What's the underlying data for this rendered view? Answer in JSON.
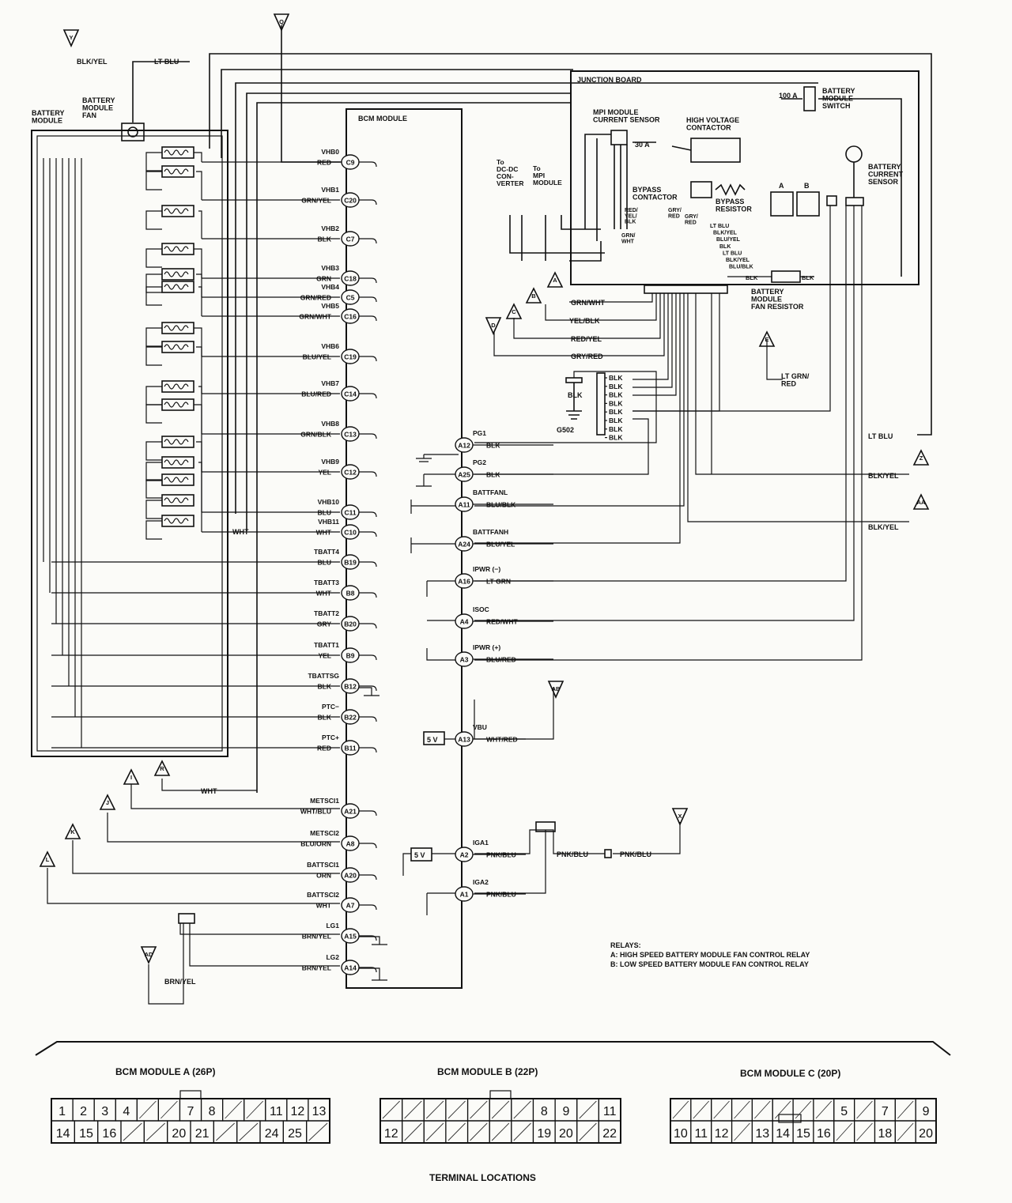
{
  "diagram": {
    "blocks": {
      "battery_module": "BATTERY\nMODULE",
      "battery_module_fan": "BATTERY\nMODULE\nFAN",
      "bcm_module": "BCM MODULE",
      "junction_board": "JUNCTION BOARD",
      "mpi_current_sensor": "MPI MODULE\nCURRENT SENSOR",
      "high_voltage_contactor": "HIGH VOLTAGE\nCONTACTOR",
      "battery_module_switch": "BATTERY\nMODULE\nSWITCH",
      "battery_current_sensor": "BATTERY\nCURRENT\nSENSOR",
      "bypass_contactor": "BYPASS\nCONTACTOR",
      "bypass_resistor": "BYPASS\nRESISTOR",
      "to_dcdc": "To\nDC-DC\nCON-\nVERTER",
      "to_mpi": "To\nMPI\nMODULE",
      "fan_resistor": "BATTERY\nMODULE\nFAN RESISTOR",
      "fuse_100a": "100 A",
      "fuse_30a": "30 A",
      "relay_a": "A",
      "relay_b": "B",
      "ground": "G502",
      "ground_wire": "BLK",
      "five_v_1": "5 V",
      "five_v_2": "5 V"
    },
    "top_wires": {
      "blk_yel": "BLK/YEL",
      "lt_blu": "LT BLU"
    },
    "flags": {
      "y": "Y",
      "q": "Q",
      "a": "A",
      "b": "B",
      "c": "C",
      "d": "D",
      "e": "E",
      "z": "Z",
      "aa": "AA",
      "ab": "AB",
      "x": "X",
      "i": "I",
      "r": "R",
      "j": "J",
      "k": "K",
      "l": "L",
      "ad": "AD"
    },
    "left_pins": [
      {
        "signal": "VHB0",
        "wire": "RED",
        "pin": "C9"
      },
      {
        "signal": "VHB1",
        "wire": "GRN/YEL",
        "pin": "C20"
      },
      {
        "signal": "VHB2",
        "wire": "BLK",
        "pin": "C7"
      },
      {
        "signal": "VHB3",
        "wire": "GRN",
        "pin": "C18"
      },
      {
        "signal": "VHB4",
        "wire": "GRN/RED",
        "pin": "C5"
      },
      {
        "signal": "VHB5",
        "wire": "GRN/WHT",
        "pin": "C16"
      },
      {
        "signal": "VHB6",
        "wire": "BLU/YEL",
        "pin": "C19"
      },
      {
        "signal": "VHB7",
        "wire": "BLU/RED",
        "pin": "C14"
      },
      {
        "signal": "VHB8",
        "wire": "GRN/BLK",
        "pin": "C13"
      },
      {
        "signal": "VHB9",
        "wire": "YEL",
        "pin": "C12"
      },
      {
        "signal": "VHB10",
        "wire": "BLU",
        "pin": "C11"
      },
      {
        "signal": "VHB11",
        "wire": "WHT",
        "pin": "C10"
      },
      {
        "signal": "TBATT4",
        "wire": "BLU",
        "pin": "B19"
      },
      {
        "signal": "TBATT3",
        "wire": "WHT",
        "pin": "B8"
      },
      {
        "signal": "TBATT2",
        "wire": "GRY",
        "pin": "B20"
      },
      {
        "signal": "TBATT1",
        "wire": "YEL",
        "pin": "B9"
      },
      {
        "signal": "TBATTSG",
        "wire": "BLK",
        "pin": "B12"
      },
      {
        "signal": "PTC−",
        "wire": "BLK",
        "pin": "B22"
      },
      {
        "signal": "PTC+",
        "wire": "RED",
        "pin": "B11"
      },
      {
        "signal": "METSCI1",
        "wire": "WHT/BLU",
        "pin": "A21"
      },
      {
        "signal": "METSCI2",
        "wire": "BLU/ORN",
        "pin": "A8"
      },
      {
        "signal": "BATTSCI1",
        "wire": "ORN",
        "pin": "A20"
      },
      {
        "signal": "BATTSCI2",
        "wire": "WHT",
        "pin": "A7"
      },
      {
        "signal": "LG1",
        "wire": "BRN/YEL",
        "pin": "A15"
      },
      {
        "signal": "LG2",
        "wire": "BRN/YEL",
        "pin": "A14"
      }
    ],
    "right_pins": [
      {
        "signal": "PG1",
        "wire": "BLK",
        "pin": "A12"
      },
      {
        "signal": "PG2",
        "wire": "BLK",
        "pin": "A25"
      },
      {
        "signal": "BATTFANL",
        "wire": "BLU/BLK",
        "pin": "A11"
      },
      {
        "signal": "BATTFANH",
        "wire": "BLU/YEL",
        "pin": "A24"
      },
      {
        "signal": "IPWR (−)",
        "wire": "LT GRN",
        "pin": "A16"
      },
      {
        "signal": "ISOC",
        "wire": "RED/WHT",
        "pin": "A4"
      },
      {
        "signal": "IPWR (+)",
        "wire": "BLU/RED",
        "pin": "A3"
      },
      {
        "signal": "VBU",
        "wire": "WHT/RED",
        "pin": "A13"
      },
      {
        "signal": "IGA1",
        "wire": "PNK/BLU",
        "pin": "A2"
      },
      {
        "signal": "IGA2",
        "wire": "PNK/BLU",
        "pin": "A1"
      }
    ],
    "misc_wires": {
      "wht_vhb11": "WHT",
      "wht_r": "WHT",
      "brn_yel_ad": "BRN/YEL",
      "pnk_blu_1": "PNK/BLU",
      "pnk_blu_2": "PNK/BLU",
      "grn_wht": "GRN/WHT",
      "yel_blk": "YEL/BLK",
      "red_yel": "RED/YEL",
      "gry_red": "GRY/RED",
      "lt_blu_r": "LT BLU",
      "blk_yel_z": "BLK/YEL",
      "blk_yel_aa": "BLK/YEL",
      "lt_grn_red": "LT GRN/\nRED",
      "blk_left": "BLK",
      "blk_right": "BLK",
      "jb_red_yel": "RED/\nYEL/\nBLK",
      "jb_grn_wht": "GRN/\nWHT",
      "jb_grn_red": "GRY/\nRED",
      "jb_gry_red": "GRY/\nRED"
    },
    "ground_wires": [
      "BLK",
      "BLK",
      "BLK",
      "BLK",
      "BLK",
      "BLK",
      "BLK",
      "BLK"
    ],
    "jb_wires": [
      "LT BLU",
      "BLK/YEL",
      "BLU/YEL",
      "BLK",
      "LT BLU",
      "BLK/YEL",
      "BLU/BLK"
    ],
    "relays_note": {
      "title": "RELAYS:",
      "a": "A: HIGH SPEED BATTERY MODULE FAN CONTROL RELAY",
      "b": "B: LOW SPEED BATTERY MODULE FAN CONTROL RELAY"
    }
  },
  "terminals": {
    "title": "TERMINAL LOCATIONS",
    "a": {
      "name": "BCM MODULE A (26P)",
      "top": [
        "1",
        "2",
        "3",
        "4",
        "",
        "",
        "7",
        "8",
        "",
        "",
        "11",
        "12",
        "13"
      ],
      "bottom": [
        "14",
        "15",
        "16",
        "",
        "",
        "20",
        "21",
        "",
        "",
        "24",
        "25",
        ""
      ]
    },
    "b": {
      "name": "BCM MODULE B (22P)",
      "top": [
        "",
        "",
        "",
        "",
        "",
        "",
        "",
        "8",
        "9",
        "",
        "11"
      ],
      "bottom": [
        "12",
        "",
        "",
        "",
        "",
        "",
        "",
        "19",
        "20",
        "",
        "22"
      ]
    },
    "c": {
      "name": "BCM MODULE C (20P)",
      "top": [
        "5",
        "",
        "7",
        "",
        "9"
      ],
      "bottom": [
        "10",
        "11",
        "12",
        "",
        "13",
        "14",
        "15",
        "16",
        "",
        "",
        "18",
        "",
        "20"
      ]
    }
  }
}
